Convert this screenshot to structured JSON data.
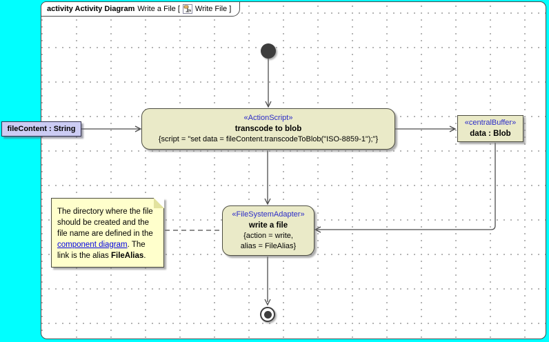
{
  "frame": {
    "tab": {
      "title": "activity Activity Diagram",
      "diagram_name": "Write a File [",
      "content_ref": "Write File ]"
    }
  },
  "nodes": {
    "input_object": {
      "label": "fileContent : String"
    },
    "transcode_action": {
      "stereotype": "«ActionScript»",
      "name": "transcode to blob",
      "script": "{script = \"set data = fileContent.transcodeToBlob(\"ISO-8859-1\");\"}"
    },
    "central_buffer": {
      "stereotype": "«centralBuffer»",
      "name": "data : Blob"
    },
    "write_action": {
      "stereotype": "«FileSystemAdapter»",
      "name": "write a file",
      "properties_line1": "{action = write,",
      "properties_line2": "alias = FileAlias}"
    }
  },
  "note": {
    "text1": "The directory where the file should be created and the file name are defined in the ",
    "link_text": "component diagram",
    "text2": ". The link is the alias ",
    "bold_text": "FileAlias",
    "text3": "."
  },
  "colors": {
    "window_background": "#00ffff",
    "canvas_background": "#ffffff",
    "node_fill": "#eaeac8",
    "object_node_fill": "#ccccf4",
    "note_fill": "#ffffcc",
    "stereotype_text": "#2b2bc8",
    "link_text": "#0000e0",
    "edge_stroke": "#4a4a4a"
  }
}
